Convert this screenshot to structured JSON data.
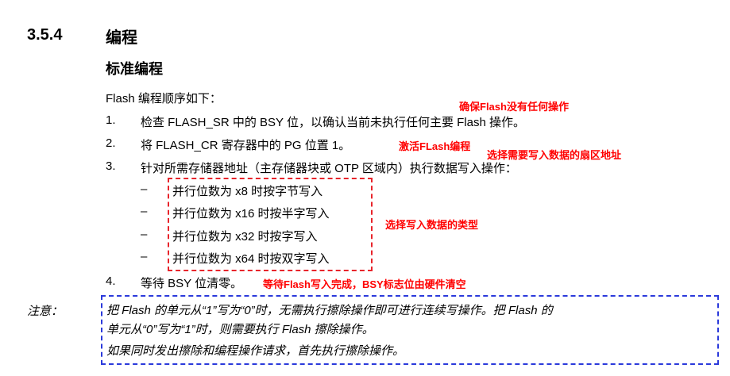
{
  "section": {
    "number": "3.5.4",
    "title": "编程"
  },
  "subsection_title": "标准编程",
  "intro": "Flash 编程顺序如下：",
  "steps": [
    {
      "num": "1.",
      "text": "检查 FLASH_SR 中的 BSY 位，以确认当前未执行任何主要 Flash 操作。"
    },
    {
      "num": "2.",
      "text": "将 FLASH_CR 寄存器中的 PG 位置 1。"
    },
    {
      "num": "3.",
      "text": "针对所需存储器地址（主存储器块或 OTP 区域内）执行数据写入操作："
    },
    {
      "num": "4.",
      "text": "等待 BSY 位清零。"
    }
  ],
  "sub_items": [
    {
      "dash": "–",
      "text": "并行位数为 x8 时按字节写入"
    },
    {
      "dash": "–",
      "text": "并行位数为 x16 时按半字写入"
    },
    {
      "dash": "–",
      "text": "并行位数为 x32 时按字写入"
    },
    {
      "dash": "–",
      "text": "并行位数为 x64 时按双字写入"
    }
  ],
  "annotations": {
    "ensure_no_op": "确保Flash没有任何操作",
    "activate_programming": "激活FLash编程",
    "select_sector": "选择需要写入数据的扇区地址",
    "select_type": "选择写入数据的类型",
    "wait_complete": "等待Flash写入完成，BSY标志位由硬件清空"
  },
  "note": {
    "label": "注意：",
    "line1": "把 Flash 的单元从“1”写为“0”时，无需执行擦除操作即可进行连续写操作。把 Flash 的",
    "line2": "单元从“0”写为“1”时，则需要执行 Flash 擦除操作。",
    "line3": "如果同时发出擦除和编程操作请求，首先执行擦除操作。"
  },
  "colors": {
    "annotation_red": "#ff0000",
    "box_red": "#e8242b",
    "box_blue": "#2b3adb"
  }
}
